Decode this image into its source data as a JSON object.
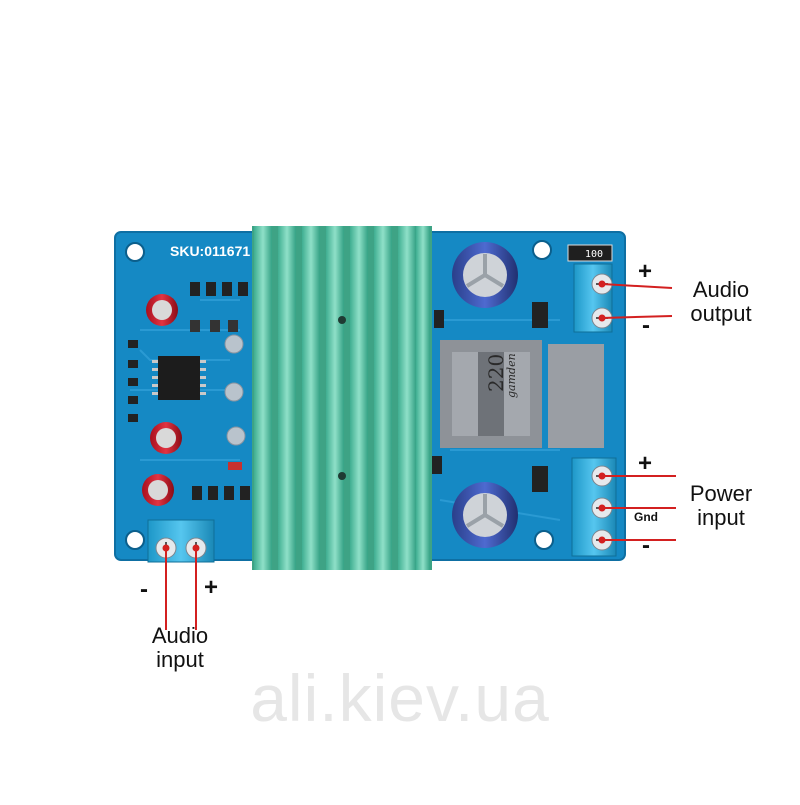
{
  "board": {
    "sku": "SKU:011671",
    "resistor_code": "100",
    "inductor_value": "220",
    "inductor_brand": "gamden",
    "gnd_label": "Gnd",
    "pcb_color": "#1589c4",
    "heatsink_color": "#4fc3a6"
  },
  "labels": {
    "audio_output": {
      "line1": "Audio",
      "line2": "output",
      "plus": "+",
      "minus": "-"
    },
    "power_input": {
      "line1": "Power",
      "line2": "input",
      "plus": "+",
      "minus": "-"
    },
    "audio_input": {
      "line1": "Audio",
      "line2": "input",
      "plus": "+",
      "minus": "-"
    }
  },
  "watermark": "ali.kiev.ua"
}
